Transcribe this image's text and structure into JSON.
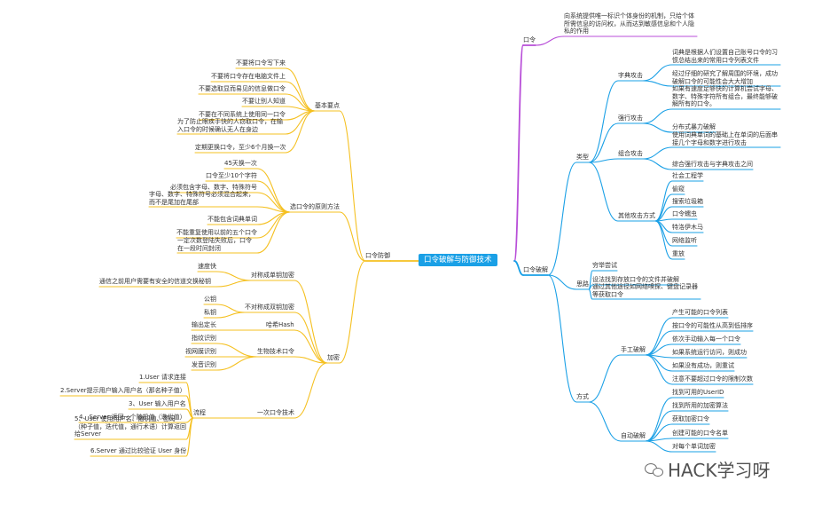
{
  "colors": {
    "root": "#1aa0e6",
    "right": "#1aa0e6",
    "left": "#f5c020",
    "purple": "#b84ed8"
  },
  "root": {
    "label": "口令破解与防御技术"
  },
  "nodes": [
    {
      "id": "kl",
      "label": "口令",
      "branch": "purple",
      "side": "r"
    },
    {
      "id": "kl_d",
      "label": "向系统提供唯一标识个体身份的机制，只给个体所需信息的访问权，从而达到敏感信息和个人隐私的作用",
      "branch": "purple",
      "side": "r",
      "wrap": true,
      "w": 150
    },
    {
      "id": "pj",
      "label": "口令破解",
      "branch": "right",
      "side": "r"
    },
    {
      "id": "lx",
      "label": "类型",
      "branch": "right",
      "side": "r"
    },
    {
      "id": "zd",
      "label": "字典攻击",
      "branch": "right",
      "side": "r"
    },
    {
      "id": "zd1",
      "label": "词典是根据人们设置自己账号口令的习惯总结出来的常用口令列表文件",
      "branch": "right",
      "side": "r",
      "wrap": true,
      "w": 122
    },
    {
      "id": "zd2",
      "label": "经过仔细的研究了解周围的环境，成功破解口令的可能性会大大增加",
      "branch": "right",
      "side": "r",
      "wrap": true,
      "w": 122
    },
    {
      "id": "qj",
      "label": "强行攻击",
      "branch": "right",
      "side": "r"
    },
    {
      "id": "qj1",
      "label": "如果有速度足够快的计算机尝试字母、数字、特殊字符所有组合，最终能够破解所有的口令。",
      "branch": "right",
      "side": "r",
      "wrap": true,
      "w": 122
    },
    {
      "id": "qj2",
      "label": "分布式暴力破解",
      "branch": "right",
      "side": "r"
    },
    {
      "id": "zh",
      "label": "组合攻击",
      "branch": "right",
      "side": "r"
    },
    {
      "id": "zh1",
      "label": "使用词典单词的基础上在单词的后面串接几个字母和数字进行攻击",
      "branch": "right",
      "side": "r",
      "wrap": true,
      "w": 122
    },
    {
      "id": "zh2",
      "label": "综合强行攻击与字典攻击之间",
      "branch": "right",
      "side": "r"
    },
    {
      "id": "qt",
      "label": "其他攻击方式",
      "branch": "right",
      "side": "r"
    },
    {
      "id": "qt1",
      "label": "社会工程学",
      "branch": "right",
      "side": "r"
    },
    {
      "id": "qt2",
      "label": "偷窥",
      "branch": "right",
      "side": "r"
    },
    {
      "id": "qt3",
      "label": "搜索垃圾箱",
      "branch": "right",
      "side": "r"
    },
    {
      "id": "qt4",
      "label": "口令蠕虫",
      "branch": "right",
      "side": "r"
    },
    {
      "id": "qt5",
      "label": "特洛伊木马",
      "branch": "right",
      "side": "r"
    },
    {
      "id": "qt6",
      "label": "网络监听",
      "branch": "right",
      "side": "r"
    },
    {
      "id": "qt7",
      "label": "重放",
      "branch": "right",
      "side": "r"
    },
    {
      "id": "sl",
      "label": "思路",
      "branch": "right",
      "side": "r"
    },
    {
      "id": "sl1",
      "label": "穷举尝试",
      "branch": "right",
      "side": "r"
    },
    {
      "id": "sl2",
      "label": "设法找到存放口令的文件并破解",
      "branch": "right",
      "side": "r"
    },
    {
      "id": "sl3",
      "label": "通过其他途径如网络嗅探、键盘记录器等获取口令",
      "branch": "right",
      "side": "r",
      "wrap": true,
      "w": 122
    },
    {
      "id": "fs",
      "label": "方式",
      "branch": "right",
      "side": "r"
    },
    {
      "id": "sg",
      "label": "手工破解",
      "branch": "right",
      "side": "r"
    },
    {
      "id": "sg1",
      "label": "产生可能的口令列表",
      "branch": "right",
      "side": "r"
    },
    {
      "id": "sg2",
      "label": "按口令的可能性从高到低排序",
      "branch": "right",
      "side": "r"
    },
    {
      "id": "sg3",
      "label": "依次手动输入每一个口令",
      "branch": "right",
      "side": "r"
    },
    {
      "id": "sg4",
      "label": "如果系统运行访问，则成功",
      "branch": "right",
      "side": "r"
    },
    {
      "id": "sg5",
      "label": "如果没有成功，则重试",
      "branch": "right",
      "side": "r"
    },
    {
      "id": "sg6",
      "label": "注意不要超过口令的限制次数",
      "branch": "right",
      "side": "r"
    },
    {
      "id": "zdp",
      "label": "自动破解",
      "branch": "right",
      "side": "r"
    },
    {
      "id": "zdp1",
      "label": "找到可用的UserID",
      "branch": "right",
      "side": "r"
    },
    {
      "id": "zdp2",
      "label": "找到所用的加密算法",
      "branch": "right",
      "side": "r"
    },
    {
      "id": "zdp3",
      "label": "获取加密口令",
      "branch": "right",
      "side": "r"
    },
    {
      "id": "zdp4",
      "label": "创建可能的口令名单",
      "branch": "right",
      "side": "r"
    },
    {
      "id": "zdp5",
      "label": "对每个单词加密",
      "branch": "right",
      "side": "r"
    },
    {
      "id": "fy",
      "label": "口令防御",
      "branch": "left",
      "side": "l"
    },
    {
      "id": "jb",
      "label": "基本要点",
      "branch": "left",
      "side": "l"
    },
    {
      "id": "jb1",
      "label": "不要将口令写下来",
      "branch": "left",
      "side": "l"
    },
    {
      "id": "jb2",
      "label": "不要将口令存在电脑文件上",
      "branch": "left",
      "side": "l"
    },
    {
      "id": "jb3",
      "label": "不要选取显而易见的信息做口令",
      "branch": "left",
      "side": "l"
    },
    {
      "id": "jb4",
      "label": "不要让别人知道",
      "branch": "left",
      "side": "l"
    },
    {
      "id": "jb5",
      "label": "不要在不同系统上使用同一口令",
      "branch": "left",
      "side": "l"
    },
    {
      "id": "jb6",
      "label": "为了防止眼疾手快的人窃取口令，在输入口令的时候确认无人在身边",
      "branch": "left",
      "side": "l",
      "wrap": true,
      "w": 122
    },
    {
      "id": "jb7",
      "label": "定期更换口令，至少6个月换一次",
      "branch": "left",
      "side": "l"
    },
    {
      "id": "xq",
      "label": "选口令的原则方法",
      "branch": "left",
      "side": "l"
    },
    {
      "id": "xq1",
      "label": "45天换一次",
      "branch": "left",
      "side": "l"
    },
    {
      "id": "xq2",
      "label": "口令至少10个字符",
      "branch": "left",
      "side": "l"
    },
    {
      "id": "xq3",
      "label": "必须包含字母、数字、特殊符号",
      "branch": "left",
      "side": "l"
    },
    {
      "id": "xq4",
      "label": "字母、数字、特殊符号必须混合起来，而不是尾加在尾部",
      "branch": "left",
      "side": "l",
      "wrap": true,
      "w": 122
    },
    {
      "id": "xq5",
      "label": "不能包含词典单词",
      "branch": "left",
      "side": "l"
    },
    {
      "id": "xq6",
      "label": "不能重复使用以前的五个口令",
      "branch": "left",
      "side": "l"
    },
    {
      "id": "xq7",
      "label": "一定次数登陆失败后，口令在一段时间封闭",
      "branch": "left",
      "side": "l",
      "wrap": true,
      "w": 90
    },
    {
      "id": "jm",
      "label": "加密",
      "branch": "left",
      "side": "l"
    },
    {
      "id": "dc",
      "label": "对称成单钥加密",
      "branch": "left",
      "side": "l"
    },
    {
      "id": "dc1",
      "label": "速度快",
      "branch": "left",
      "side": "l"
    },
    {
      "id": "dc2",
      "label": "通信之前用户需要有安全的信道交换秘钥",
      "branch": "left",
      "side": "l",
      "wrap": true,
      "w": 132
    },
    {
      "id": "fd",
      "label": "不对称成双钥加密",
      "branch": "left",
      "side": "l"
    },
    {
      "id": "fd1",
      "label": "公钥",
      "branch": "left",
      "side": "l"
    },
    {
      "id": "fd2",
      "label": "私钥",
      "branch": "left",
      "side": "l"
    },
    {
      "id": "hx",
      "label": "哈希Hash",
      "branch": "left",
      "side": "l"
    },
    {
      "id": "hx1",
      "label": "输出定长",
      "branch": "left",
      "side": "l"
    },
    {
      "id": "sw",
      "label": "生物技术口令",
      "branch": "left",
      "side": "l"
    },
    {
      "id": "sw1",
      "label": "指纹识别",
      "branch": "left",
      "side": "l"
    },
    {
      "id": "sw2",
      "label": "视网膜识别",
      "branch": "left",
      "side": "l"
    },
    {
      "id": "sw3",
      "label": "发音识别",
      "branch": "left",
      "side": "l"
    },
    {
      "id": "yc",
      "label": "一次口令技术",
      "branch": "left",
      "side": "l"
    },
    {
      "id": "lc",
      "label": "流程",
      "branch": "left",
      "side": "l"
    },
    {
      "id": "lc1",
      "label": "1.User 请求连接",
      "branch": "left",
      "side": "l"
    },
    {
      "id": "lc2",
      "label": "2.Server提示用户输入用户名（那名种子值）",
      "branch": "left",
      "side": "l"
    },
    {
      "id": "lc3",
      "label": "3、User 输入用户名",
      "branch": "left",
      "side": "l"
    },
    {
      "id": "lc4",
      "label": "4、Server 返回一个随机值（迭代值）",
      "branch": "left",
      "side": "l"
    },
    {
      "id": "lc5",
      "label": "5、User 使用用户名、随机值、密码（种子值，迭代值，通行术语）计算返回给Server",
      "branch": "left",
      "side": "l",
      "wrap": true,
      "w": 126
    },
    {
      "id": "lc6",
      "label": "6.Server 通过比较验证 User 身份",
      "branch": "left",
      "side": "l"
    }
  ],
  "watermark": {
    "text": "HACK学习呀"
  }
}
